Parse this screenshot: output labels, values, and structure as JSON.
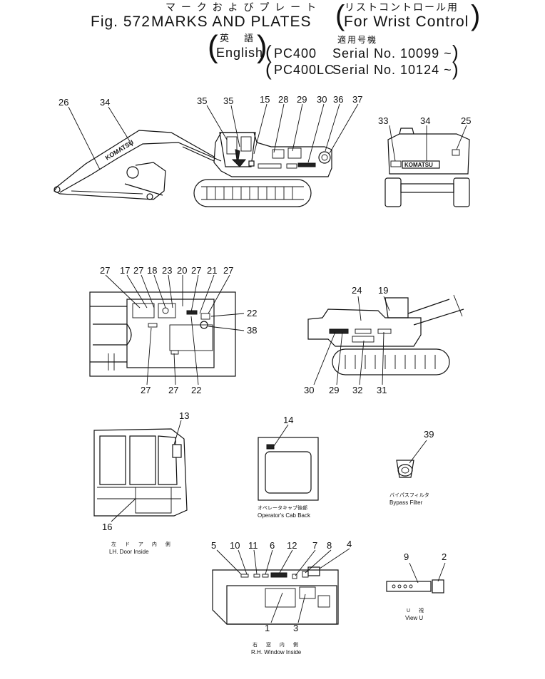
{
  "header": {
    "title_jp": "マ ー ク お よ び プ レ ー ト",
    "paren_jp": "リストコントロール用",
    "fig": "Fig. 572",
    "title_en": "MARKS AND PLATES",
    "paren_en": "For Wrist Control",
    "lang_jp": "英　語",
    "lang_en": "English",
    "serial_jp": "適用号機",
    "serial_1_model": "PC400",
    "serial_1": "Serial No. 10099 ~",
    "serial_2_model": "PC400LC",
    "serial_2": "Serial No. 10124 ~"
  },
  "diagrams": {
    "side_view": {
      "labels": [
        "26",
        "34",
        "35",
        "35",
        "15",
        "28",
        "29",
        "30",
        "36",
        "37"
      ],
      "logo": "KOMATSU"
    },
    "rear_view": {
      "labels": [
        "33",
        "34",
        "25"
      ],
      "logo": "KOMATSU"
    },
    "top_view": {
      "labels_top": [
        "27",
        "17",
        "27",
        "18",
        "23",
        "20",
        "27",
        "21",
        "27"
      ],
      "labels_right": [
        "22",
        "38"
      ],
      "labels_bottom": [
        "27",
        "27",
        "22"
      ]
    },
    "upper_side_view": {
      "labels_top": [
        "24",
        "19"
      ],
      "labels_bottom": [
        "30",
        "29",
        "32",
        "31"
      ]
    },
    "cab_left_door": {
      "labels": [
        "13",
        "16"
      ],
      "caption_jp": "左 ド ア 内 側",
      "caption_en": "LH. Door Inside"
    },
    "cab_back": {
      "labels": [
        "14"
      ],
      "caption_jp": "オペレータキャブ後部",
      "caption_en": "Operator's Cab Back"
    },
    "bypass_filter": {
      "labels": [
        "39"
      ],
      "caption_jp": "バイパスフィルタ",
      "caption_en": "Bypass Filter"
    },
    "rh_window": {
      "labels_top": [
        "5",
        "10",
        "11",
        "6",
        "12",
        "7",
        "8",
        "4"
      ],
      "labels_bottom": [
        "1",
        "3"
      ],
      "caption_jp": "右 窓 内 側",
      "caption_en": "R.H. Window Inside"
    },
    "view_u": {
      "labels": [
        "9",
        "2"
      ],
      "caption_jp": "U 視",
      "caption_en": "View U"
    }
  }
}
